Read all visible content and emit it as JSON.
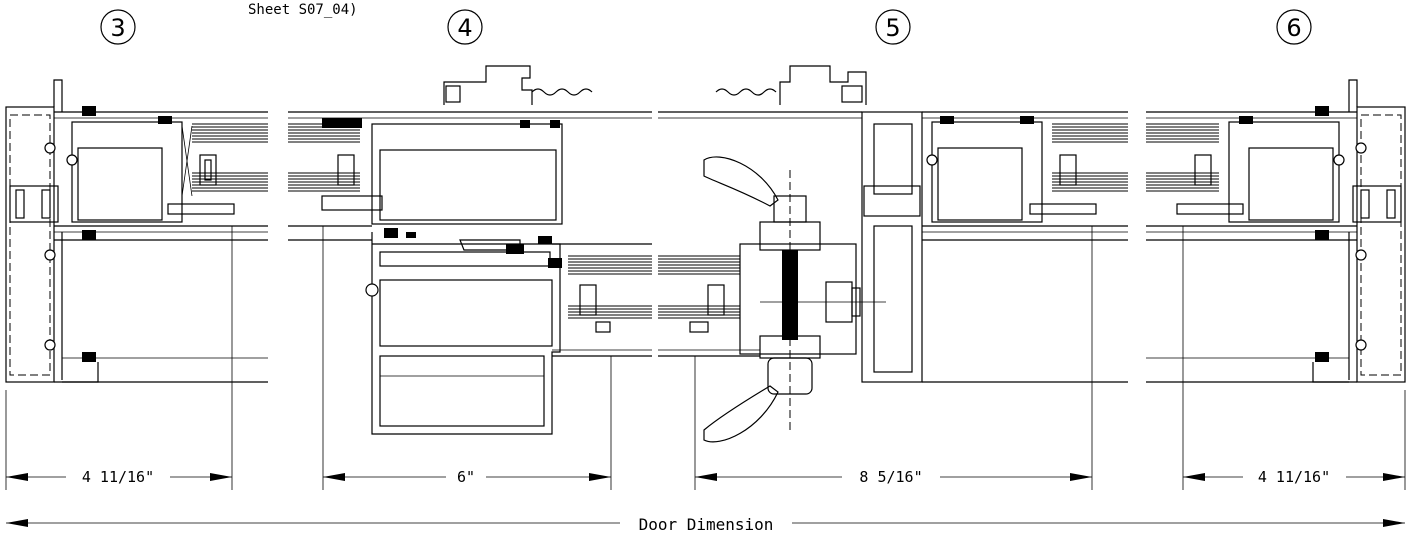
{
  "header_note": "Sheet S07_04)",
  "details": [
    {
      "number": "3"
    },
    {
      "number": "4"
    },
    {
      "number": "5"
    },
    {
      "number": "6"
    }
  ],
  "dimensions": [
    {
      "label": "4 11/16\""
    },
    {
      "label": "6\""
    },
    {
      "label": "8 5/16\""
    },
    {
      "label": "4 11/16\""
    }
  ],
  "overall_dimension": "Door Dimension"
}
